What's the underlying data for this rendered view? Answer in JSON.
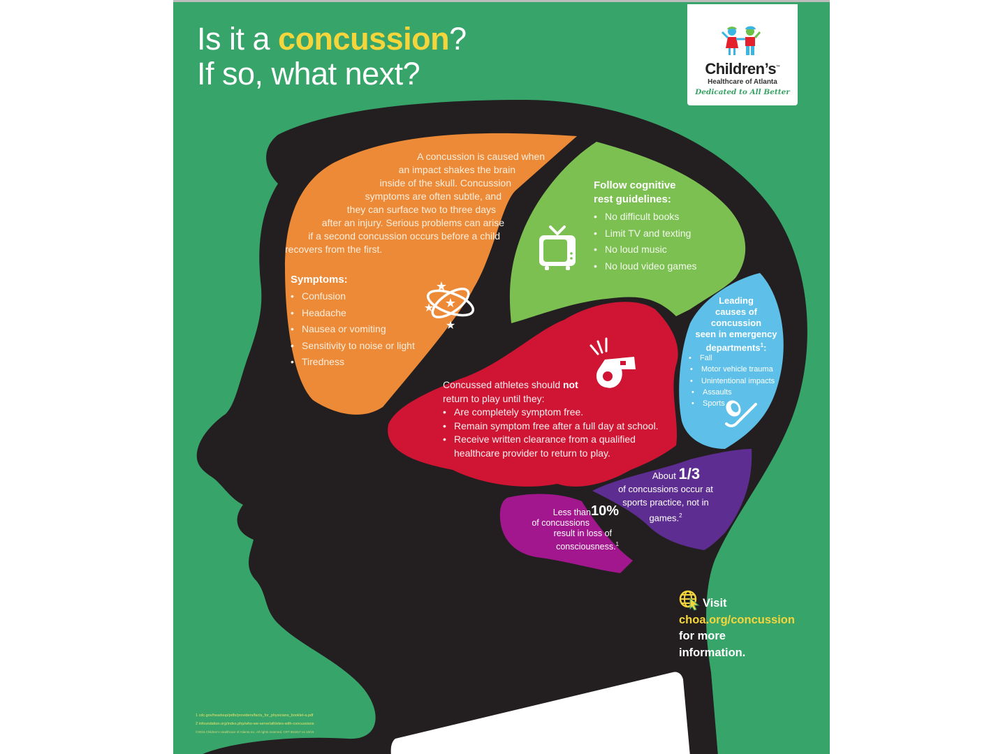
{
  "header": {
    "title_prefix": "Is it a ",
    "title_highlight": "concussion",
    "title_suffix": "?",
    "title_line2": "If so, what next?"
  },
  "logo": {
    "brand": "Children’s",
    "trademark": "™",
    "sub": "Healthcare of Atlanta",
    "tagline": "Dedicated to All Better"
  },
  "intro": {
    "lines": [
      "A concussion is caused when",
      "an impact shakes the brain",
      "inside of the skull. Concussion",
      "symptoms are often subtle, and",
      "they can surface two to three days",
      "after an injury. Serious problems can arise",
      "if a second concussion occurs before a child",
      "recovers from the first."
    ]
  },
  "symptoms": {
    "title": "Symptoms:",
    "items": [
      "Confusion",
      "Headache",
      "Nausea or vomiting",
      "Sensitivity to noise or light",
      "Tiredness"
    ],
    "icon": "dizzy-stars-icon"
  },
  "cognitive": {
    "title_line1": "Follow cognitive",
    "title_line2": "rest guidelines:",
    "items": [
      "No difficult books",
      "Limit TV and texting",
      "No loud music",
      "No loud video games"
    ],
    "icon": "tv-icon"
  },
  "leading_causes": {
    "title_lines": [
      "Leading",
      "causes of",
      "concussion",
      "seen in emergency"
    ],
    "title_last": "departments",
    "footnote": "1",
    "colon": ":",
    "items": [
      "Fall",
      "Motor vehicle trauma",
      "Unintentional impacts",
      "Assaults",
      "Sports"
    ],
    "icon": "hockey-stick-puck-icon"
  },
  "return_to_play": {
    "intro_prefix": "Concussed athletes should ",
    "intro_bold": "not",
    "intro_line2": "return to play until they:",
    "items": [
      "Are completely symptom free.",
      "Remain symptom free after a full day at school.",
      "Receive written clearance from a qualified healthcare provider to return to play."
    ],
    "icon": "whistle-icon"
  },
  "stat_third": {
    "prefix": "About",
    "value": "1/3",
    "line1": "of concussions occur at",
    "line2": "sports practice, not in",
    "line3": "games.",
    "footnote": "2"
  },
  "stat_ten": {
    "prefix": "Less than",
    "value": "10%",
    "line1": "of concussions",
    "line2": "result in loss of",
    "line3": "consciousness.",
    "footnote": "1"
  },
  "visit": {
    "label": "Visit",
    "url": "choa.org/concussion",
    "line3": "for more",
    "line4": "information.",
    "icon": "globe-cursor-icon"
  },
  "footnotes": {
    "ref1": "1 cdc.gov/headsup/pdfs/providers/facts_for_physicians_booklet-a.pdf",
    "ref2": "2 infoundation.org/index.php/who-we-serve/athletes-with-concussions",
    "copyright": "©2015 Children's Healthcare of Atlanta Inc. All rights reserved. CRT 961817 es 10/15"
  },
  "colors": {
    "background": "#37a46a",
    "head": "#231f20",
    "orange": "#ed8a37",
    "green": "#7cc052",
    "red": "#cf1533",
    "blue": "#5ec0e8",
    "purple": "#5e2d91",
    "magenta": "#a3178e",
    "yellow": "#f4d63c"
  }
}
